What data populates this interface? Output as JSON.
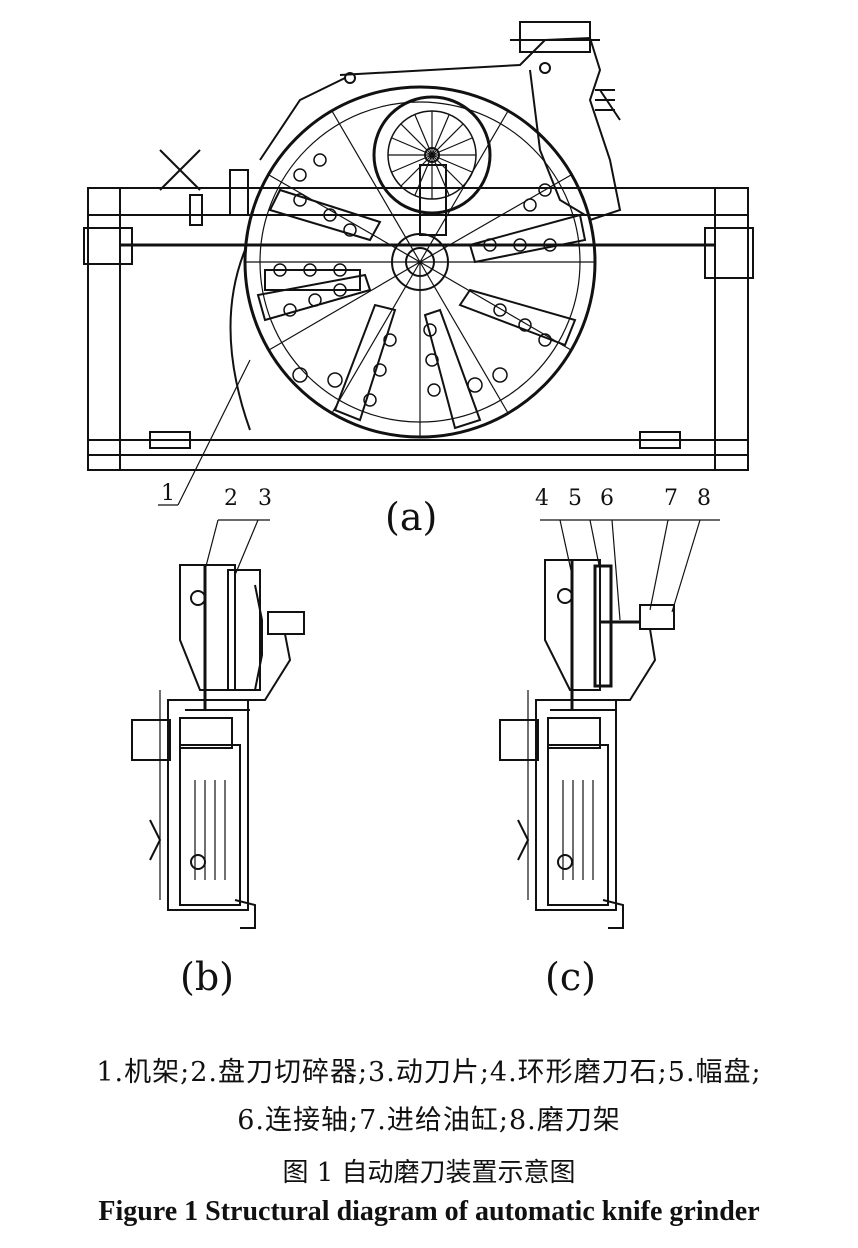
{
  "figure": {
    "panel_labels": {
      "a": "(a)",
      "b": "(b)",
      "c": "(c)"
    },
    "callouts_a": [
      "1",
      "2",
      "3"
    ],
    "callouts_c": [
      "4",
      "5",
      "6",
      "7",
      "8"
    ],
    "legend_line1": "1.机架;2.盘刀切碎器;3.动刀片;4.环形磨刀石;5.幅盘;",
    "legend_line2": "6.连接轴;7.进给油缸;8.磨刀架",
    "caption_cn": "图 1   自动磨刀装置示意图",
    "caption_en": "Figure 1   Structural diagram of automatic knife grinder"
  }
}
